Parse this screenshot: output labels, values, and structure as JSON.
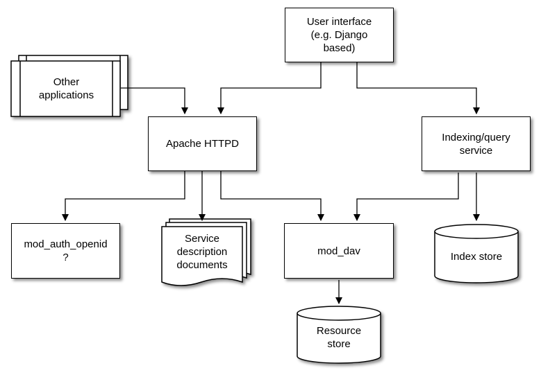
{
  "diagram": {
    "nodes": {
      "user_interface": "User interface\n(e.g. Django\nbased)",
      "other_applications": "Other\napplications",
      "apache_httpd": "Apache HTTPD",
      "indexing_service": "Indexing/query\nservice",
      "mod_auth_openid": "mod_auth_openid\n?",
      "service_docs": "Service\ndescription\ndocuments",
      "mod_dav": "mod_dav",
      "index_store": "Index store",
      "resource_store": "Resource\nstore"
    },
    "edges": [
      {
        "from": "user_interface",
        "to": "apache_httpd"
      },
      {
        "from": "user_interface",
        "to": "indexing_service"
      },
      {
        "from": "other_applications",
        "to": "apache_httpd"
      },
      {
        "from": "apache_httpd",
        "to": "mod_auth_openid"
      },
      {
        "from": "apache_httpd",
        "to": "service_docs"
      },
      {
        "from": "apache_httpd",
        "to": "mod_dav"
      },
      {
        "from": "indexing_service",
        "to": "mod_dav"
      },
      {
        "from": "indexing_service",
        "to": "index_store"
      },
      {
        "from": "mod_dav",
        "to": "resource_store"
      }
    ],
    "colors": {
      "stroke": "#000000",
      "fill": "#ffffff",
      "shadow": "#7f7f7f"
    }
  }
}
